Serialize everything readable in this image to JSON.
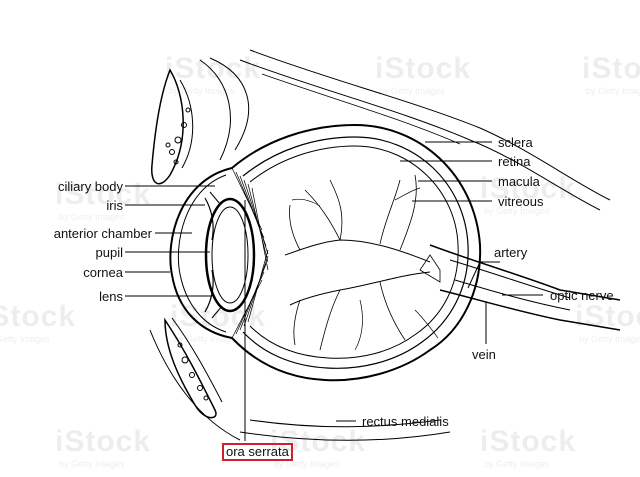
{
  "labels": {
    "ciliary_body": "ciliary body",
    "iris": "iris",
    "anterior_chamber": "anterior chamber",
    "pupil": "pupil",
    "cornea": "cornea",
    "lens": "lens",
    "sclera": "sclera",
    "retina": "retina",
    "macula": "macula",
    "vitreous": "vitreous",
    "artery": "artery",
    "optic_nerve": "optic nerve",
    "vein": "vein",
    "rectus_medialis": "rectus medialis",
    "ora_serrata": "ora serrata"
  },
  "watermark": {
    "brand": "iStock",
    "byline": "by Getty Images"
  },
  "colors": {
    "highlight": "#d0202a",
    "line": "#000000"
  }
}
